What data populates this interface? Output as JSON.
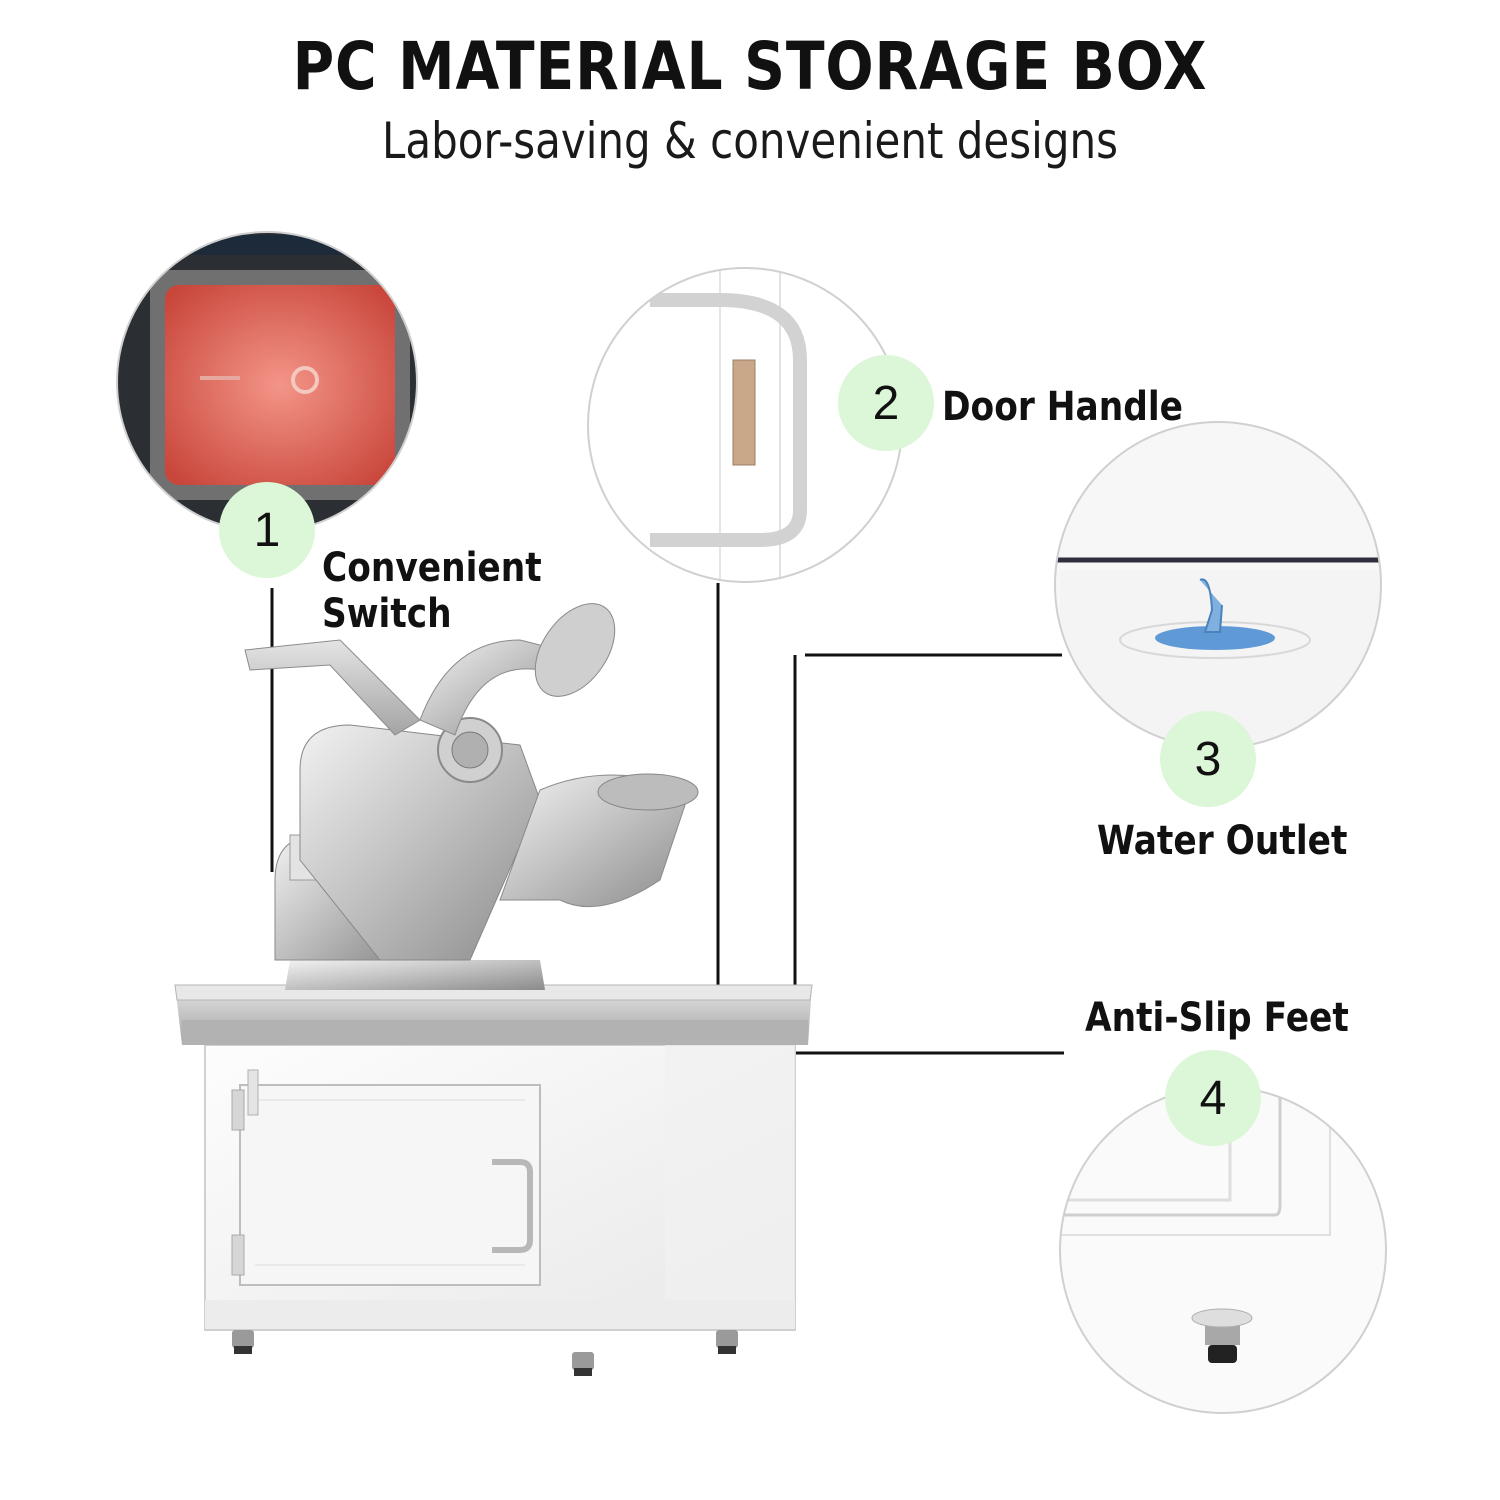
{
  "header": {
    "title": "PC MATERIAL STORAGE BOX",
    "subtitle": "Labor-saving & convenient designs"
  },
  "callouts": [
    {
      "number": "1",
      "label_line1": "Convenient",
      "label_line2": "Switch"
    },
    {
      "number": "2",
      "label": "Door Handle"
    },
    {
      "number": "3",
      "label": "Water Outlet"
    },
    {
      "number": "4",
      "label": "Anti-Slip Feet"
    }
  ],
  "colors": {
    "badge": "#dcf7d7",
    "switch_red": "#d9534a",
    "outlet_blue": "#5f9ad6",
    "line": "#111111"
  }
}
